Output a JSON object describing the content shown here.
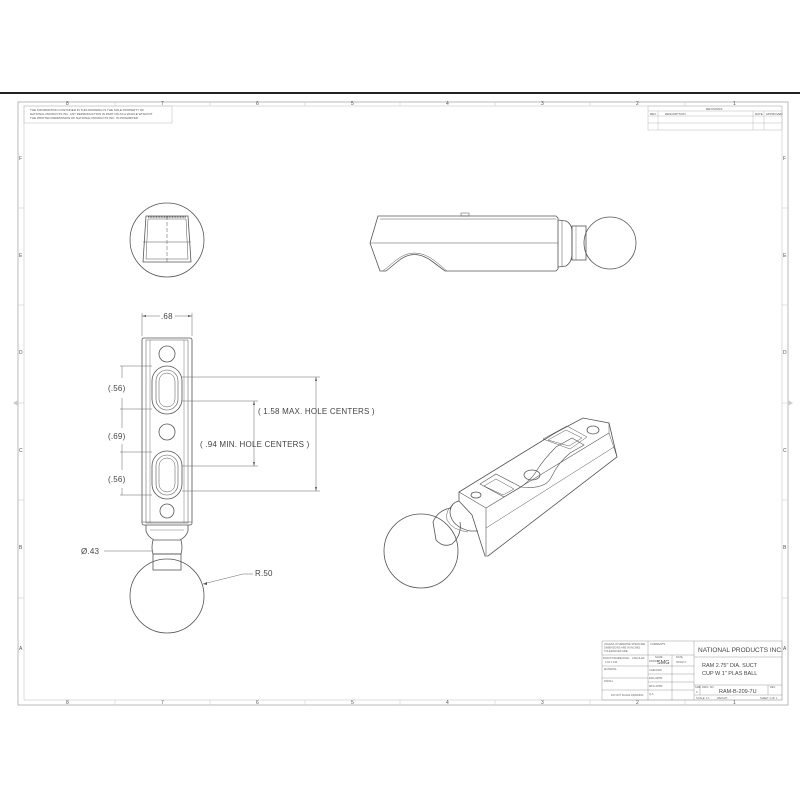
{
  "sheet": {
    "zone_columns_top": [
      "8",
      "7",
      "6",
      "5",
      "4",
      "3",
      "2",
      "1"
    ],
    "zone_columns_bottom": [
      "8",
      "7",
      "6",
      "5",
      "4",
      "3",
      "2",
      "1"
    ],
    "zone_rows_left": [
      "F",
      "E",
      "D",
      "C",
      "B",
      "A"
    ],
    "zone_rows_right": [
      "F",
      "E",
      "D",
      "C",
      "B",
      "A"
    ],
    "proprietary_note": {
      "line1": "THE INFORMATION CONTAINED IN THIS DRAWING IS THE SOLE PROPERTY OF",
      "line2": "NATIONAL PRODUCTS INC. ANY REPRODUCTION IN PART OR AS A WHOLE WITHOUT",
      "line3": "THE WRITTEN PERMISSION OF NATIONAL PRODUCTS INC. IS PROHIBITED."
    },
    "revisions": {
      "title": "REVISIONS",
      "headers": [
        "REV.",
        "DESCRIPTION",
        "DATE",
        "APPROVED"
      ]
    }
  },
  "dimensions": {
    "width": ".68",
    "slot_top": "(.56)",
    "center": "(.69)",
    "slot_bottom": "(.56)",
    "max_centers": "( 1.58 MAX. HOLE CENTERS )",
    "min_centers": "( .94 MIN. HOLE CENTERS )",
    "neck_dia": "Ø.43",
    "ball_radius": "R.50"
  },
  "title_block": {
    "company": "NATIONAL PRODUCTS INC.",
    "title_line1": "RAM 2.75\" DIA. SUCT",
    "title_line2": "CUP W 1\" PLAS BALL",
    "part_number": "RAM-B-209-7U",
    "size": "C",
    "drawn_by": "SMG",
    "drawn_date": "06/13/17",
    "tolerance_note1": "UNLESS OTHERWISE SPECIFIED",
    "tolerance_note2": "DIMENSIONS ARE IN INCHES",
    "tolerance_note3": "TOLERANCES ARE:",
    "fractional": "FRACTIONAL",
    "decimal": "DECIMAL",
    "angular": "ANGULAR",
    "decimal_vals": "±.02   ±.010",
    "material_label": "MATERIAL",
    "finish_label": "FINISH",
    "do_not_scale": "DO NOT SCALE DRAWING",
    "drawn_label": "DRAWN",
    "checked_label": "CHECKED",
    "eng_appr_label": "ENG APPR.",
    "mfg_appr_label": "MFG APPR.",
    "qa_label": "Q.A.",
    "comments_label": "COMMENTS:",
    "name_label": "NAME",
    "date_label": "DATE",
    "size_label": "SIZE",
    "dwg_no_label": "DWG. NO.",
    "rev_label": "REV",
    "scale_label": "SCALE: 1:1",
    "weight_label": "WEIGHT:",
    "sheet_label": "SHEET 1 OF 1"
  }
}
